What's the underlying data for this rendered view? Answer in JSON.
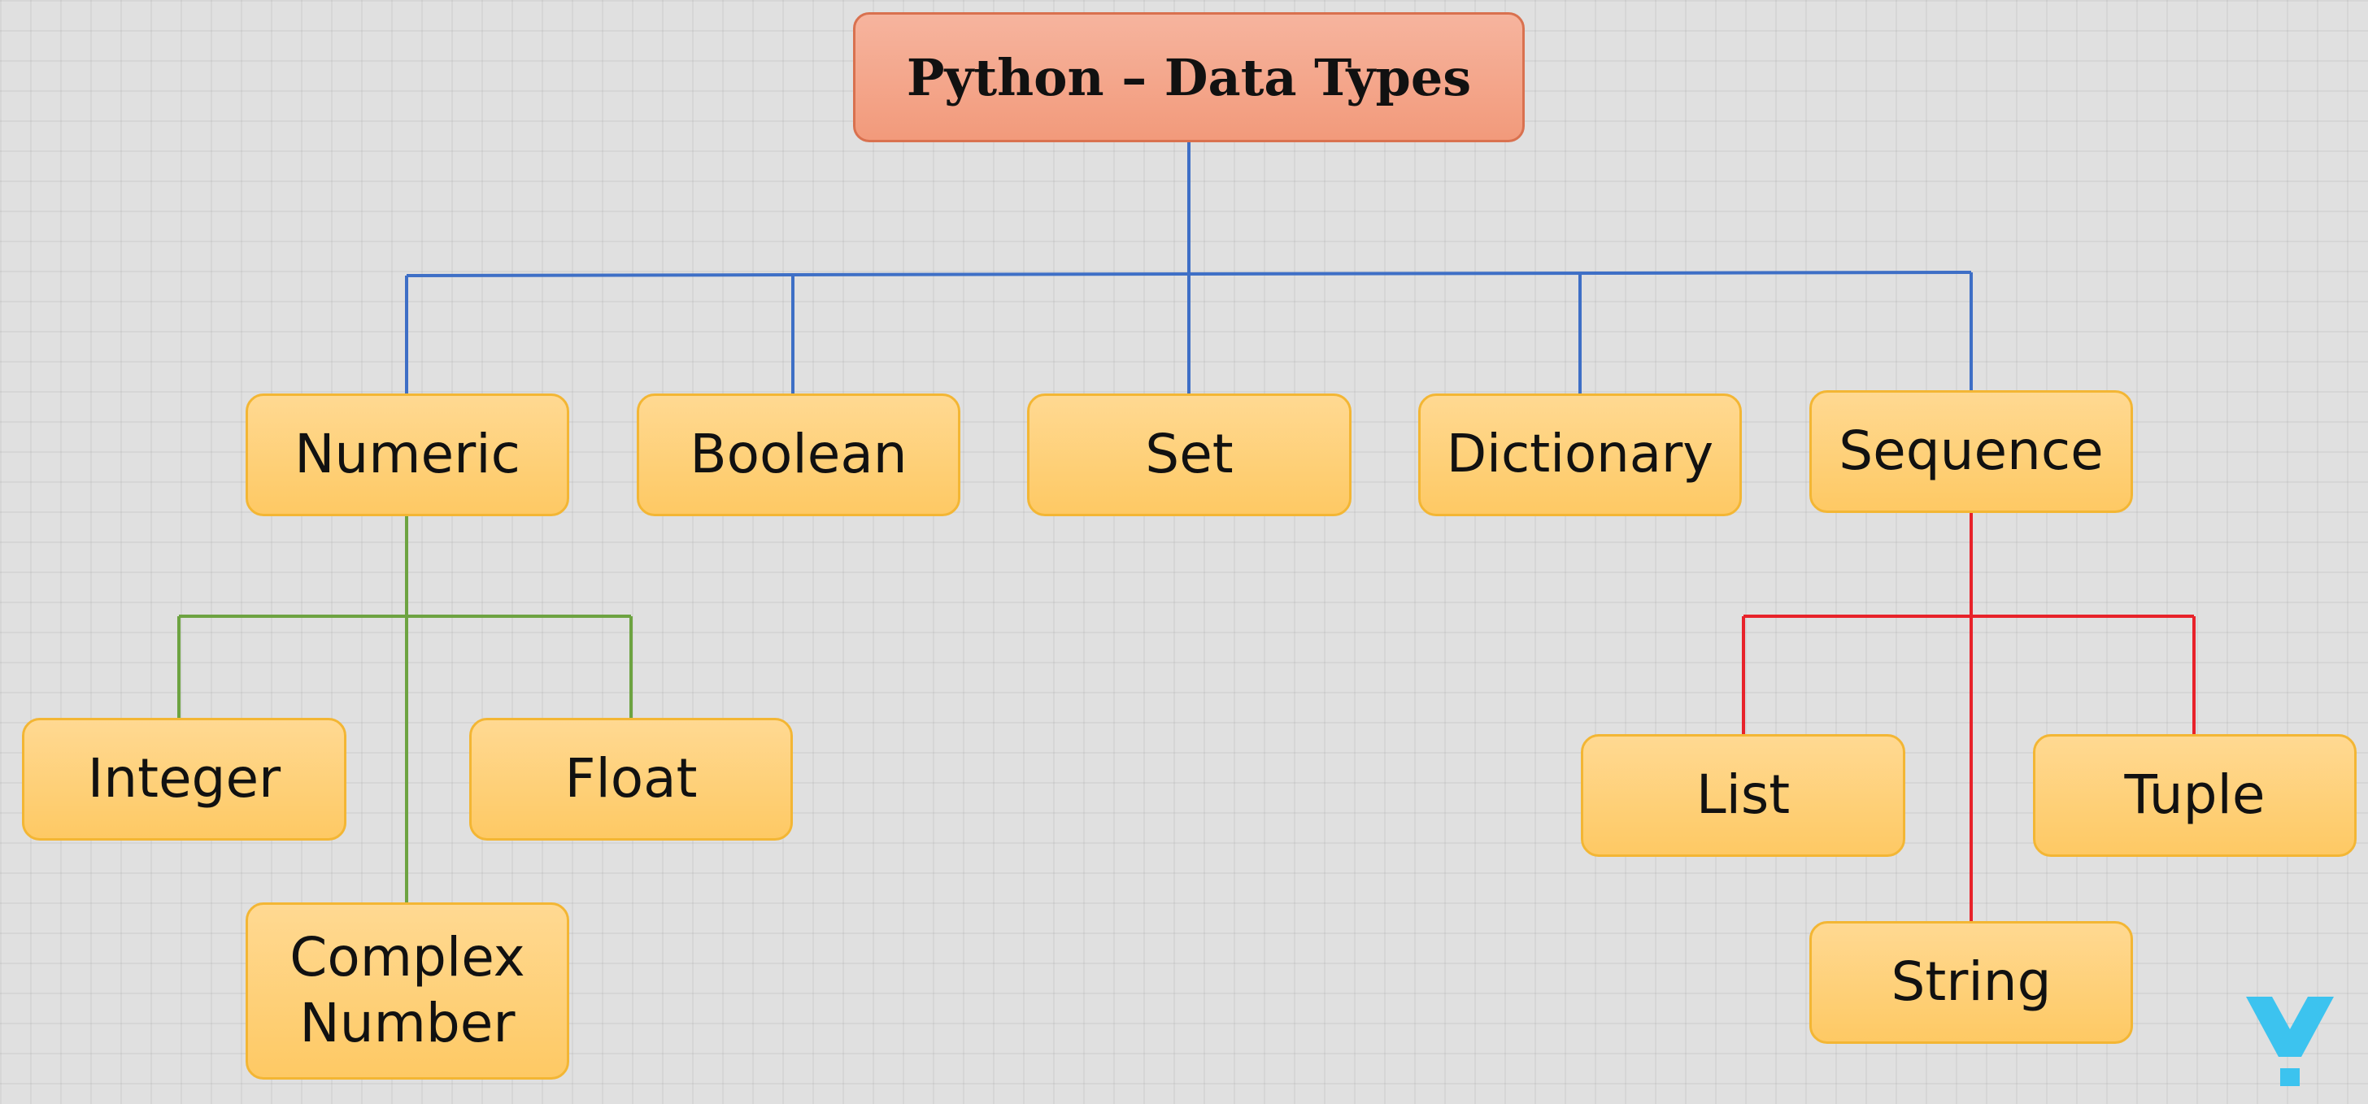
{
  "diagram": {
    "root": {
      "label": "Python – Data Types"
    },
    "categories": [
      {
        "label": "Numeric",
        "children": [
          "Integer",
          "Float",
          "Complex Number"
        ]
      },
      {
        "label": "Boolean",
        "children": []
      },
      {
        "label": "Set",
        "children": []
      },
      {
        "label": "Dictionary",
        "children": []
      },
      {
        "label": "Sequence",
        "children": [
          "List",
          "Tuple",
          "String"
        ]
      }
    ],
    "numeric_types": {
      "integer": "Integer",
      "float": "Float",
      "complex": "Complex Number"
    },
    "sequence_types": {
      "list": "List",
      "tuple": "Tuple",
      "string": "String"
    },
    "colors": {
      "root_fill": "#f4a385",
      "node_fill": "#fed27c",
      "node_border": "#f3b634",
      "root_connector": "#3e6fc6",
      "numeric_connector": "#6da341",
      "sequence_connector": "#e8222a",
      "logo": "#3cc3ef"
    }
  }
}
